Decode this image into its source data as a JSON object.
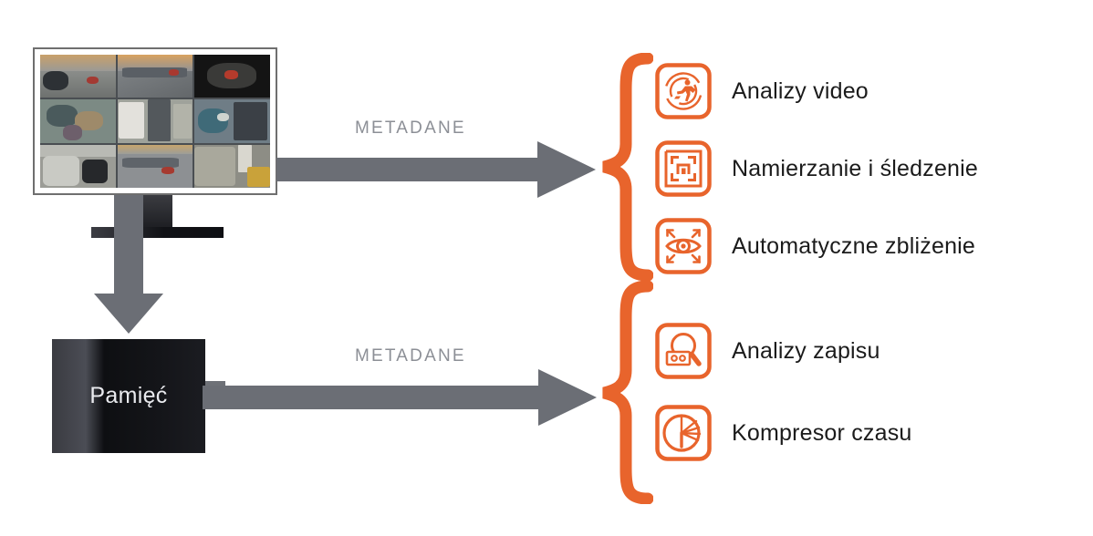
{
  "diagram": {
    "title_text": "",
    "colors": {
      "accent_orange": "#E8642C",
      "arrow_gray": "#6B6E75",
      "meta_text_gray": "#8C8F96",
      "label_black": "#1B1B1B",
      "monitor_border": "#6F6F6F",
      "storage_dark": "#14151A"
    }
  },
  "source": {
    "monitor": {
      "name": "cctv-monitor",
      "grid_rows": 3,
      "grid_cols": 3,
      "tiles": [
        {
          "id": 1,
          "scene": "parking-lot-cars"
        },
        {
          "id": 2,
          "scene": "parking-row-overhead"
        },
        {
          "id": 3,
          "scene": "night-thermal-view"
        },
        {
          "id": 4,
          "scene": "indoor-office-desk"
        },
        {
          "id": 5,
          "scene": "corridor-interior"
        },
        {
          "id": 6,
          "scene": "retail-aisle"
        },
        {
          "id": 7,
          "scene": "storage-room"
        },
        {
          "id": 8,
          "scene": "car-park-vehicles"
        },
        {
          "id": 9,
          "scene": "hallway-entrance"
        }
      ]
    },
    "storage": {
      "label": "Pamięć"
    }
  },
  "flows": [
    {
      "id": "top",
      "label": "METADANE",
      "direction": "right"
    },
    {
      "id": "bottom",
      "label": "METADANE",
      "direction": "right"
    },
    {
      "id": "monitor-to-storage",
      "label": "",
      "direction": "down"
    }
  ],
  "groups": [
    {
      "id": "live-analytics",
      "brace": "{",
      "features": [
        {
          "label": "Analizy video",
          "icon": "motion-analytics-icon"
        },
        {
          "label": "Namierzanie i śledzenie",
          "icon": "target-tracking-icon"
        },
        {
          "label": "Automatyczne zbliżenie",
          "icon": "auto-zoom-eye-icon"
        }
      ]
    },
    {
      "id": "recording-analytics",
      "brace": "{",
      "features": [
        {
          "label": "Analizy zapisu",
          "icon": "recording-search-icon"
        },
        {
          "label": "Kompresor czasu",
          "icon": "time-compressor-clock-icon"
        }
      ]
    }
  ],
  "features_flat": [
    {
      "label": "Analizy video",
      "icon": "motion-analytics-icon"
    },
    {
      "label": "Namierzanie i śledzenie",
      "icon": "target-tracking-icon"
    },
    {
      "label": "Automatyczne zbliżenie",
      "icon": "auto-zoom-eye-icon"
    },
    {
      "label": "Analizy zapisu",
      "icon": "recording-search-icon"
    },
    {
      "label": "Kompresor czasu",
      "icon": "time-compressor-clock-icon"
    }
  ]
}
